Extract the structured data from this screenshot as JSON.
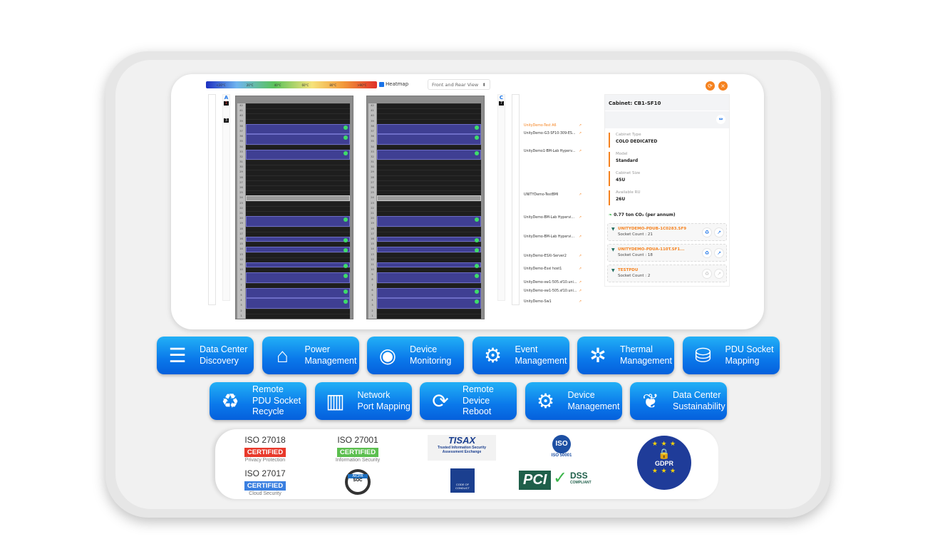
{
  "toolbar": {
    "heatmap_scale": [
      "<20°C",
      "20°C",
      "40°C",
      "60°C",
      "80°C",
      ">90°C"
    ],
    "heatmap_label": "Heatmap",
    "heatmap_checked": true,
    "view_select": "Front and Rear View",
    "refresh_icon": "refresh-icon",
    "close_icon": "close-icon"
  },
  "racks": {
    "left_label": "A",
    "left_badge": "1",
    "left_badge2": "3",
    "right_label": "C",
    "right_badge": "7"
  },
  "devices": [
    "UnityDemo-Test A6",
    "UnityDemo-G3-SF10-309-ES...",
    "UnityDemo1-BM-Lab Hyperv...",
    "UNITYDemo-TestBMI",
    "UnityDemo-BM-Lab Hypervi...",
    "UnityDemo-BM-Lab Hypervi...",
    "UnityDemo-ESXi-Server2",
    "UnityDemo-Esxi host1",
    "UnityDemo-sw1-505.sf10.uni...",
    "UnityDemo-sw1-505.sf10.uni...",
    "UnityDemo-Sw1"
  ],
  "panel": {
    "title": "Cabinet: CB1-SF10",
    "fields": [
      {
        "label": "Cabinet Type",
        "value": "COLO DEDICATED"
      },
      {
        "label": "Model",
        "value": "Standard"
      },
      {
        "label": "Cabinet Size",
        "value": "45U"
      },
      {
        "label": "Available RU",
        "value": "26U"
      }
    ],
    "co2": "0.77 ton CO₂ (per annum)",
    "pdus": [
      {
        "name": "UNITYDEMO-PDUB-1C0283.SF9",
        "sockets": "Socket Count : 21"
      },
      {
        "name": "UNITYDEMO-PDUA-110T.SF1...",
        "sockets": "Socket Count : 18"
      },
      {
        "name": "TESTPDU",
        "sockets": "Socket Count : 2"
      }
    ]
  },
  "features": [
    {
      "l1": "Data Center",
      "l2": "Discovery",
      "icon": "server-search-icon"
    },
    {
      "l1": "Power",
      "l2": "Management",
      "icon": "power-dial-icon"
    },
    {
      "l1": "Device",
      "l2": "Monitoring",
      "icon": "cloud-eye-icon"
    },
    {
      "l1": "Event",
      "l2": "Management",
      "icon": "window-gear-icon"
    },
    {
      "l1": "Thermal",
      "l2": "Management",
      "icon": "cloud-fan-icon"
    },
    {
      "l1": "PDU Socket",
      "l2": "Mapping",
      "icon": "database-shield-icon"
    },
    {
      "l1": "Remote",
      "l2": "PDU Socket",
      "l3": "Recycle",
      "icon": "recycle-icon"
    },
    {
      "l1": "Network",
      "l2": "Port Mapping",
      "icon": "network-racks-icon"
    },
    {
      "l1": "Remote",
      "l2": "Device",
      "l3": "Reboot",
      "icon": "wifi-reboot-icon"
    },
    {
      "l1": "Device",
      "l2": "Management",
      "icon": "gear-check-icon"
    },
    {
      "l1": "Data Center",
      "l2": "Sustainability",
      "icon": "hand-plant-icon"
    }
  ],
  "certs": {
    "iso27018": {
      "t": "ISO 27018",
      "b": "CERTIFIED",
      "s": "Privacy Protection",
      "color": "#e8392b"
    },
    "iso27001": {
      "t": "ISO 27001",
      "b": "CERTIFIED",
      "s": "Information Security",
      "color": "#5cbf4f"
    },
    "iso27017": {
      "t": "ISO 27017",
      "b": "CERTIFIED",
      "s": "Cloud Security",
      "color": "#3a7fe0"
    },
    "tisax": {
      "t": "TISAX",
      "s1": "Trusted Information Security",
      "s2": "Assessment Exchange"
    },
    "iso50001": {
      "t": "ISO",
      "s": "ISO 50001"
    },
    "aicpa": {
      "t": "AICPA",
      "s": "SOC"
    },
    "coc": "CODE OF CONDUCT",
    "pci": {
      "t": "PCI",
      "s": "DSS",
      "c": "COMPLIANT"
    },
    "gdpr": "GDPR"
  }
}
